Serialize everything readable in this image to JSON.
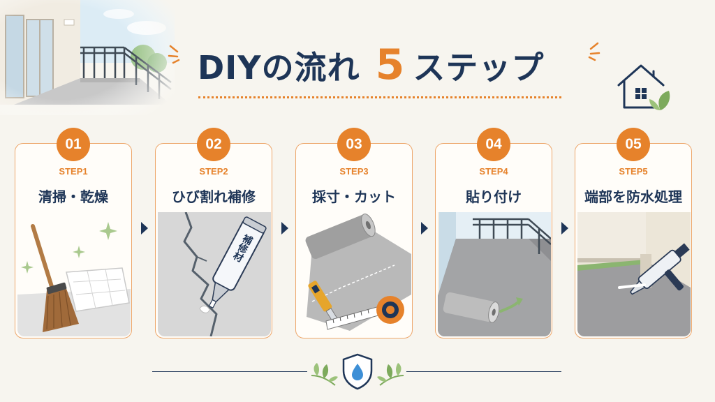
{
  "title": {
    "prefix": "DIYの流れ",
    "number": "5",
    "suffix": "ステップ"
  },
  "steps": [
    {
      "num": "01",
      "step": "STEP1",
      "label": "清掃・乾燥"
    },
    {
      "num": "02",
      "step": "STEP2",
      "label": "ひび割れ補修"
    },
    {
      "num": "03",
      "step": "STEP3",
      "label": "採寸・カット"
    },
    {
      "num": "04",
      "step": "STEP4",
      "label": "貼り付け"
    },
    {
      "num": "05",
      "step": "STEP5",
      "label": "端部を防水処理"
    }
  ],
  "tube_text": "補修材",
  "colors": {
    "navy": "#1e3557",
    "orange": "#e6822b",
    "background": "#f7f5ef"
  }
}
